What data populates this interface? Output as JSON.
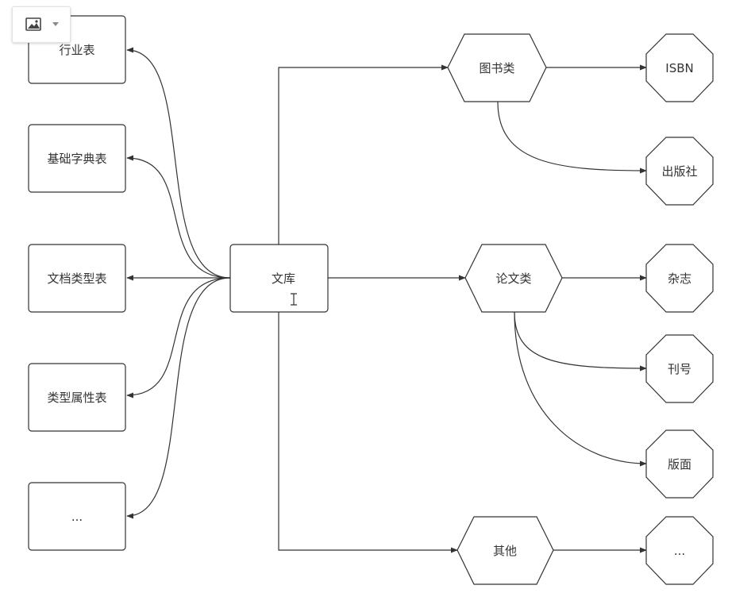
{
  "toolbar": {
    "image_button_icon": "image-icon",
    "dropdown_icon": "caret-down-icon"
  },
  "diagram": {
    "center": {
      "label": "文库"
    },
    "left": [
      {
        "label": "行业表"
      },
      {
        "label": "基础字典表"
      },
      {
        "label": "文档类型表"
      },
      {
        "label": "类型属性表"
      },
      {
        "label": "..."
      }
    ],
    "categories": [
      {
        "label": "图书类",
        "children": [
          "ISBN",
          "出版社"
        ]
      },
      {
        "label": "论文类",
        "children": [
          "杂志",
          "刊号",
          "版面"
        ]
      },
      {
        "label": "其他",
        "children": [
          "..."
        ]
      }
    ]
  },
  "colors": {
    "stroke": "#333333",
    "text": "#333333",
    "background": "#ffffff"
  }
}
